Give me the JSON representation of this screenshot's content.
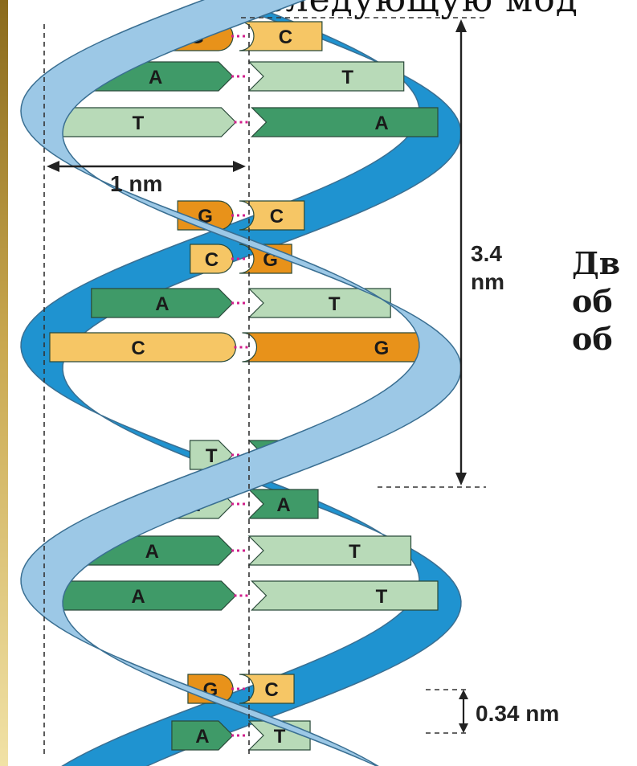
{
  "caption_top": "следующую мод",
  "side_text_lines": [
    "Дв",
    "об",
    "об"
  ],
  "measurements": {
    "width_label": "1 nm",
    "pitch_label_value": "3.4",
    "pitch_label_unit": "nm",
    "rise_label": "0.34 nm"
  },
  "base_pairs": [
    {
      "left": "G",
      "right": "C"
    },
    {
      "left": "A",
      "right": "T"
    },
    {
      "left": "T",
      "right": "A"
    },
    {
      "left": "G",
      "right": "C"
    },
    {
      "left": "C",
      "right": "G"
    },
    {
      "left": "A",
      "right": "T"
    },
    {
      "left": "C",
      "right": "G"
    },
    {
      "left": "T",
      "right": "A"
    },
    {
      "left": "T",
      "right": "A"
    },
    {
      "left": "A",
      "right": "T"
    },
    {
      "left": "A",
      "right": "T"
    },
    {
      "left": "G",
      "right": "C"
    },
    {
      "left": "A",
      "right": "T"
    }
  ],
  "colors": {
    "G": "#e8921a",
    "C": "#f6c665",
    "A": "#3f9a68",
    "T": "#b8dab8",
    "backbone_dark": "#1f93d0",
    "backbone_light": "#9cc8e6",
    "hydrogen_bond": "#d21f8c",
    "outline": "#2a4a3a"
  }
}
